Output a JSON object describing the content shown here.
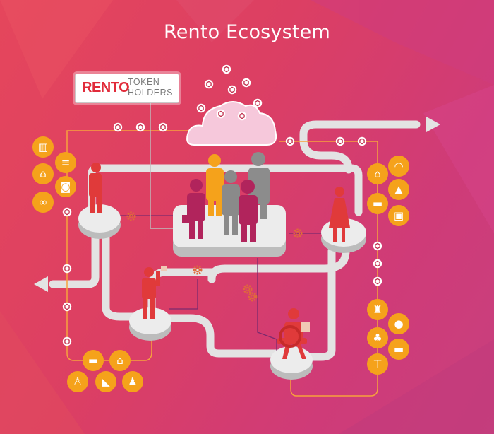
{
  "title": "Rento Ecosystem",
  "badge": {
    "brand": "RENTO",
    "line1": "TOKEN",
    "line2": "HOLDERS"
  },
  "colors": {
    "bg_from": "#e5465c",
    "bg_to": "#c8407e",
    "accent_orange": "#f5a21b",
    "figure_red": "#e03a3a",
    "figure_grey": "#8a8a8a",
    "figure_magenta": "#b1245c",
    "platform": "#e6e6e6",
    "path": "#e3e3e3",
    "line_orange": "#f7a23c"
  },
  "icons": {
    "left_column": [
      "building-icon",
      "ladder-icon",
      "chair-icon",
      "camera-icon",
      "bicycle-icon"
    ],
    "right_top": [
      "hat-icon",
      "house-icon",
      "dress-icon",
      "car-icon",
      "painting-icon"
    ],
    "right_bottom": [
      "mixer-icon",
      "balloon-icon",
      "vegetables-icon",
      "sports-car-icon",
      "drill-icon"
    ],
    "bottom_left": [
      "van-icon",
      "house-car-icon",
      "worker-icon",
      "excavator-icon",
      "plumber-icon"
    ]
  }
}
